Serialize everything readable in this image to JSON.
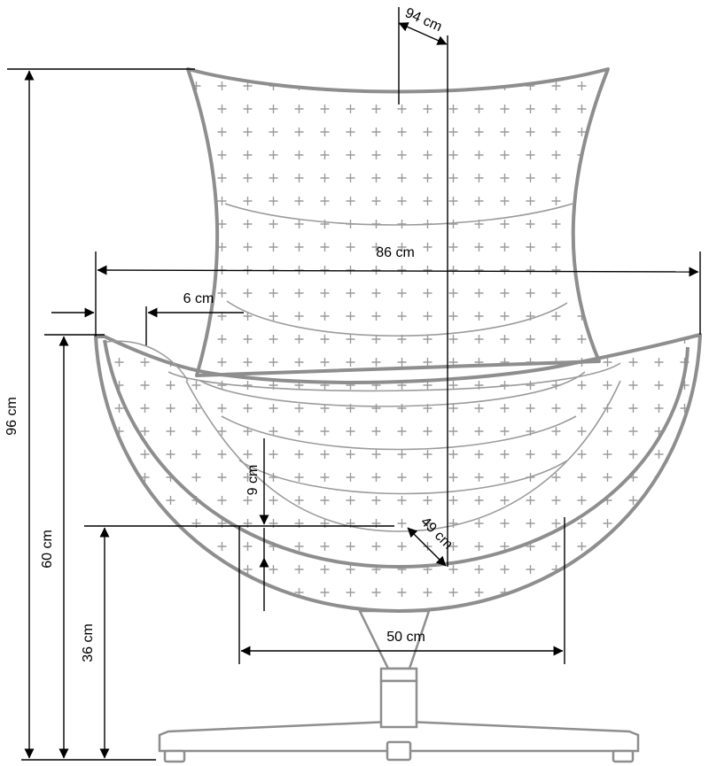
{
  "dimensions": {
    "depth": "94 cm",
    "width": "86 cm",
    "armrest": "6 cm",
    "total_height": "96 cm",
    "armrest_height": "60 cm",
    "seat_height": "36 cm",
    "cushion_thickness": "9 cm",
    "seat_depth": "49 cm",
    "seat_width": "50 cm"
  },
  "colors": {
    "outline": "#8e8e8e",
    "pattern": "#9b9b9b",
    "dimension_line": "#000000",
    "background": "#ffffff"
  }
}
